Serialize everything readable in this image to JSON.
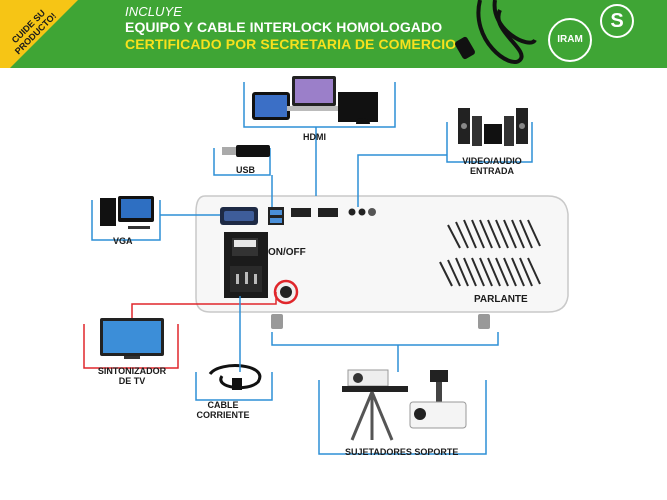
{
  "banner": {
    "corner_text": "CUIDE SU PRODUCTO!",
    "line1": "INCLUYE",
    "line2": "EQUIPO Y CABLE INTERLOCK HOMOLOGADO",
    "line3": "CERTIFICADO POR SECRETARIA DE COMERCIO",
    "seal_iram": "IRAM",
    "seal_s": "S",
    "color_green": "#3fa535",
    "color_yellow": "#f7e11d"
  },
  "labels": {
    "hdmi": "HDMI",
    "usb": "USB",
    "vga": "VGA",
    "video_audio_1": "VIDEO/AUDIO",
    "video_audio_2": "ENTRADA",
    "onoff": "ON/OFF",
    "parlante": "PARLANTE",
    "sintonizador_1": "SINTONIZADOR",
    "sintonizador_2": "DE TV",
    "cable_1": "CABLE",
    "cable_2": "CORRIENTE",
    "sujetadores": "SUJETADORES SOPORTE"
  },
  "colors": {
    "connector_blue": "#2d8fd5",
    "connector_red": "#e0262b"
  }
}
